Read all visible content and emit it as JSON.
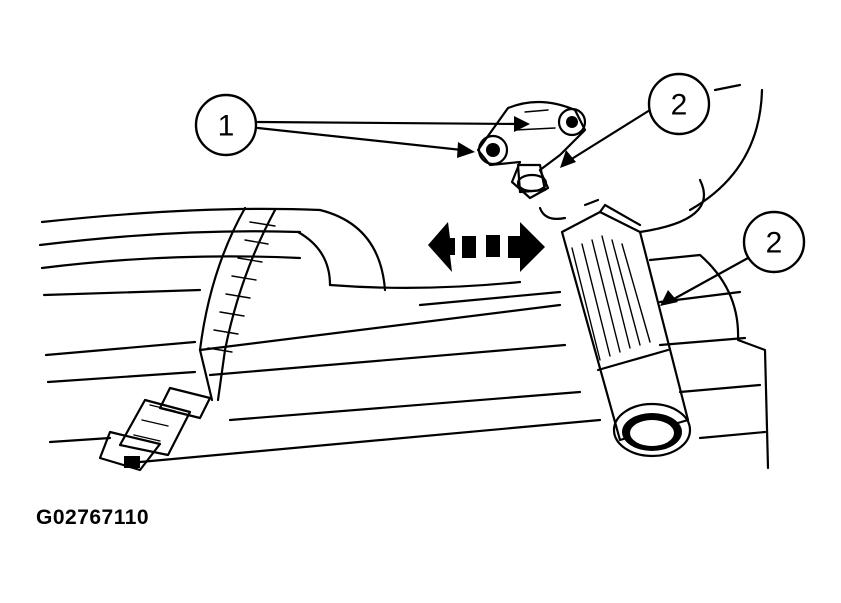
{
  "callouts": [
    {
      "id": "1",
      "label": "1"
    },
    {
      "id": "2a",
      "label": "2"
    },
    {
      "id": "2b",
      "label": "2"
    }
  ],
  "reference_code": "G02767110"
}
